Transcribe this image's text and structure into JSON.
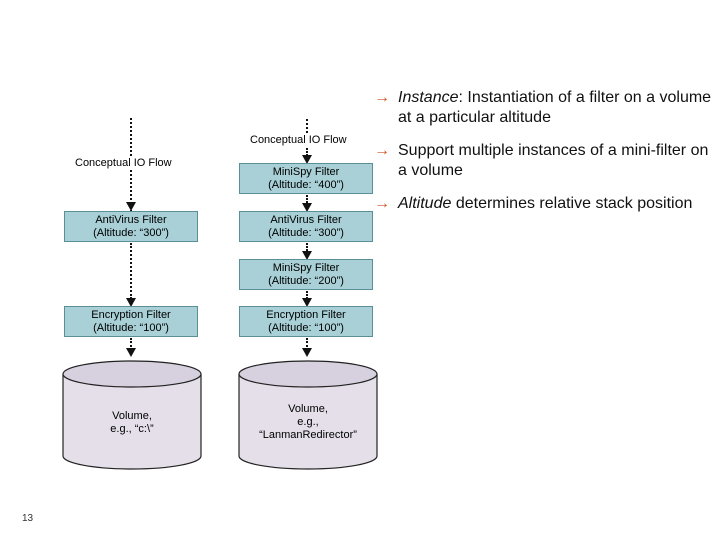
{
  "left_stack": {
    "flow_label": "Conceptual IO Flow",
    "filters": [
      {
        "name": "AntiVirus Filter",
        "altitude": "(Altitude: “300”)"
      },
      {
        "name": "Encryption Filter",
        "altitude": "(Altitude: “100”)"
      }
    ],
    "volume": {
      "line1": "Volume,",
      "line2": "e.g., “c:\\”"
    }
  },
  "right_stack": {
    "flow_label": "Conceptual IO Flow",
    "filters": [
      {
        "name": "MiniSpy Filter",
        "altitude": "(Altitude: “400”)"
      },
      {
        "name": "AntiVirus Filter",
        "altitude": "(Altitude: “300”)"
      },
      {
        "name": "MiniSpy Filter",
        "altitude": "(Altitude: “200”)"
      },
      {
        "name": "Encryption Filter",
        "altitude": "(Altitude: “100”)"
      }
    ],
    "volume": {
      "line1": "Volume,",
      "line2": "e.g.,",
      "line3": "“LanmanRedirector”"
    }
  },
  "bullets": [
    {
      "term": "Instance",
      "text": ": Instantiation of a filter on a volume at a particular altitude"
    },
    {
      "term": "",
      "text": "Support multiple instances of a mini-filter on a volume"
    },
    {
      "term": "Altitude",
      "text": " determines relative stack position"
    }
  ],
  "page_number": "13",
  "colors": {
    "filter_fill": "#a8d0d6",
    "bullet_arrow": "#d2542a",
    "volume_fill": "#e4dfe9"
  },
  "icons": {
    "bullet": "right-arrow-icon"
  }
}
